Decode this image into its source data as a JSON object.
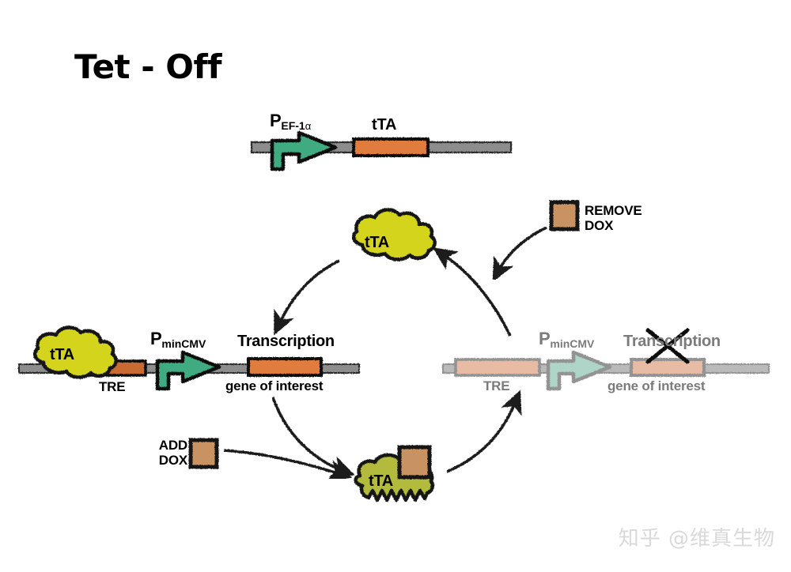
{
  "title": "Tet - Off",
  "watermark": "知乎 @维真生物",
  "colors": {
    "dna_backbone": "#8d8d8d",
    "promoter_green": "#3faa80",
    "promoter_green_faded": "#8fc6b2",
    "gene_orange": "#e07b3c",
    "gene_orange_faded": "#e0a183",
    "tta_yellow": "#d4d41c",
    "tta_olive": "#b3bb3c",
    "dox_brown": "#c89263",
    "outline": "#000000",
    "faded_text": "#7b7b7b"
  },
  "top_construct": {
    "name": "tTA expression cassette",
    "promoter_label": "P",
    "promoter_sub": "EF-1",
    "promoter_sub_greek": "α",
    "gene_label": "tTA"
  },
  "tta_protein": {
    "label": "tTA"
  },
  "tta_dox_complex": {
    "label": "tTA"
  },
  "left_construct": {
    "tta_label": "tTA",
    "tre_label": "TRE",
    "promoter_label": "P",
    "promoter_sub": "minCMV",
    "transcription_label": "Transcription",
    "gene_label": "gene of interest",
    "transcription_active": "true"
  },
  "right_construct": {
    "tre_label": "TRE",
    "promoter_label": "P",
    "promoter_sub": "minCMV",
    "transcription_label": "Transcription",
    "gene_label": "gene of interest",
    "transcription_active": "false"
  },
  "add_dox": {
    "line1": "ADD",
    "line2": "DOX"
  },
  "remove_dox": {
    "line1": "REMOVE",
    "line2": "DOX"
  }
}
